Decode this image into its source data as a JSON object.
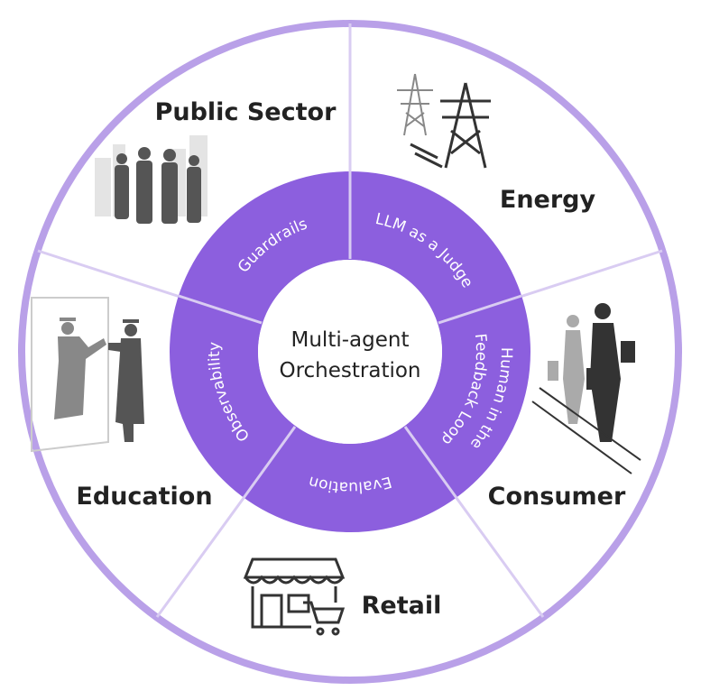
{
  "center": {
    "line1": "Multi-agent",
    "line2": "Orchestration"
  },
  "ring": {
    "guardrails": "Guardrails",
    "llm_judge": "LLM as a Judge",
    "human_line1": "Human in the",
    "human_line2": "Feedback Loop",
    "evaluation": "Evaluation",
    "observability": "Observability"
  },
  "sectors": {
    "public_sector": "Public Sector",
    "energy": "Energy",
    "consumer": "Consumer",
    "retail": "Retail",
    "education": "Education"
  },
  "colors": {
    "ring_fill": "#8c5fde",
    "outer_ring": "#b9a0e8",
    "divider": "#d9ccf2",
    "text_dark": "#222222"
  }
}
